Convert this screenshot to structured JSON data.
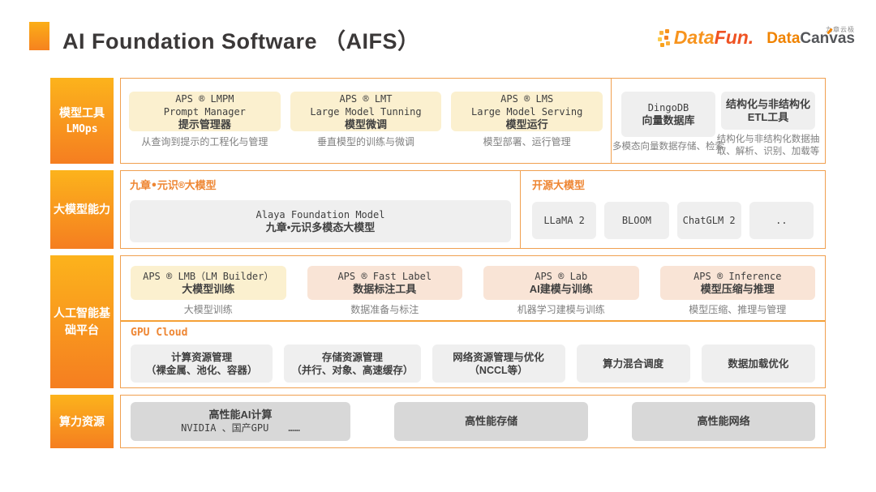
{
  "header": {
    "title": "AI Foundation Software （AIFS）",
    "datafun_data": "Data",
    "datafun_fun": "Fun.",
    "datacanvas_caption": "九章云极",
    "datacanvas_data": "Data",
    "datacanvas_canvas": "Canvas"
  },
  "colors": {
    "label_gradient_top": "#FCB31C",
    "label_gradient_bottom": "#F57E20",
    "panel_border": "#F0A050",
    "card_cream": "#FBF0CF",
    "card_peach": "#F9E4D6",
    "card_gray": "#EFEFEF",
    "card_dark_gray": "#D8D8D8",
    "heading_orange": "#EE8633",
    "desc_gray": "#7F7F7F"
  },
  "r1": {
    "label": {
      "line1": "模型工具",
      "line2": "LMOps"
    },
    "cards": [
      {
        "l1": "APS ® LMPM",
        "l2": "Prompt Manager",
        "l3": "提示管理器",
        "desc": "从查询到提示的工程化与管理"
      },
      {
        "l1": "APS ® LMT",
        "l2": "Large Model Tunning",
        "l3": "模型微调",
        "desc": "垂直模型的训练与微调"
      },
      {
        "l1": "APS ® LMS",
        "l2": "Large Model Serving",
        "l3": "模型运行",
        "desc": "模型部署、运行管理"
      }
    ],
    "right_cards": [
      {
        "l1": "DingoDB",
        "l2": "向量数据库",
        "desc": "多模态向量数据存储、检索"
      },
      {
        "l1": "结构化与非结构化",
        "l2": "ETL工具",
        "desc": "结构化与非结构化数据抽取、解析、识别、加载等"
      }
    ]
  },
  "r2": {
    "label": "大模型能力",
    "left_heading": "九章•元识®大模型",
    "card": {
      "l1": "Alaya Foundation Model",
      "l2": "九章•元识多模态大模型"
    },
    "right_heading": "开源大模型",
    "models": [
      "LLaMA 2",
      "BLOOM",
      "ChatGLM 2",
      ".."
    ]
  },
  "r3": {
    "label": "人工智能基础平台",
    "cards": [
      {
        "l1": "APS ® LMB（LM Builder）",
        "l2": "大模型训练",
        "desc": "大模型训练"
      },
      {
        "l1": "APS ® Fast Label",
        "l2": "数据标注工具",
        "desc": "数据准备与标注"
      },
      {
        "l1": "APS ® Lab",
        "l2": "AI建模与训练",
        "desc": "机器学习建模与训练"
      },
      {
        "l1": "APS ® Inference",
        "l2": "模型压缩与推理",
        "desc": "模型压缩、推理与管理"
      }
    ],
    "gpu_heading": "GPU Cloud",
    "gpu_cards": [
      {
        "l1": "计算资源管理",
        "l2": "（裸金属、池化、容器）"
      },
      {
        "l1": "存储资源管理",
        "l2": "（并行、对象、高速缓存）"
      },
      {
        "l1": "网络资源管理与优化",
        "l2": "（NCCL等）"
      },
      {
        "l1": "算力混合调度",
        "l2": ""
      },
      {
        "l1": "数据加载优化",
        "l2": ""
      }
    ]
  },
  "r4": {
    "label": "算力资源",
    "cards": [
      {
        "l1": "高性能AI计算",
        "l2": "NVIDIA 、国产GPU　　……"
      },
      {
        "l1": "高性能存储",
        "l2": ""
      },
      {
        "l1": "高性能网络",
        "l2": ""
      }
    ]
  }
}
